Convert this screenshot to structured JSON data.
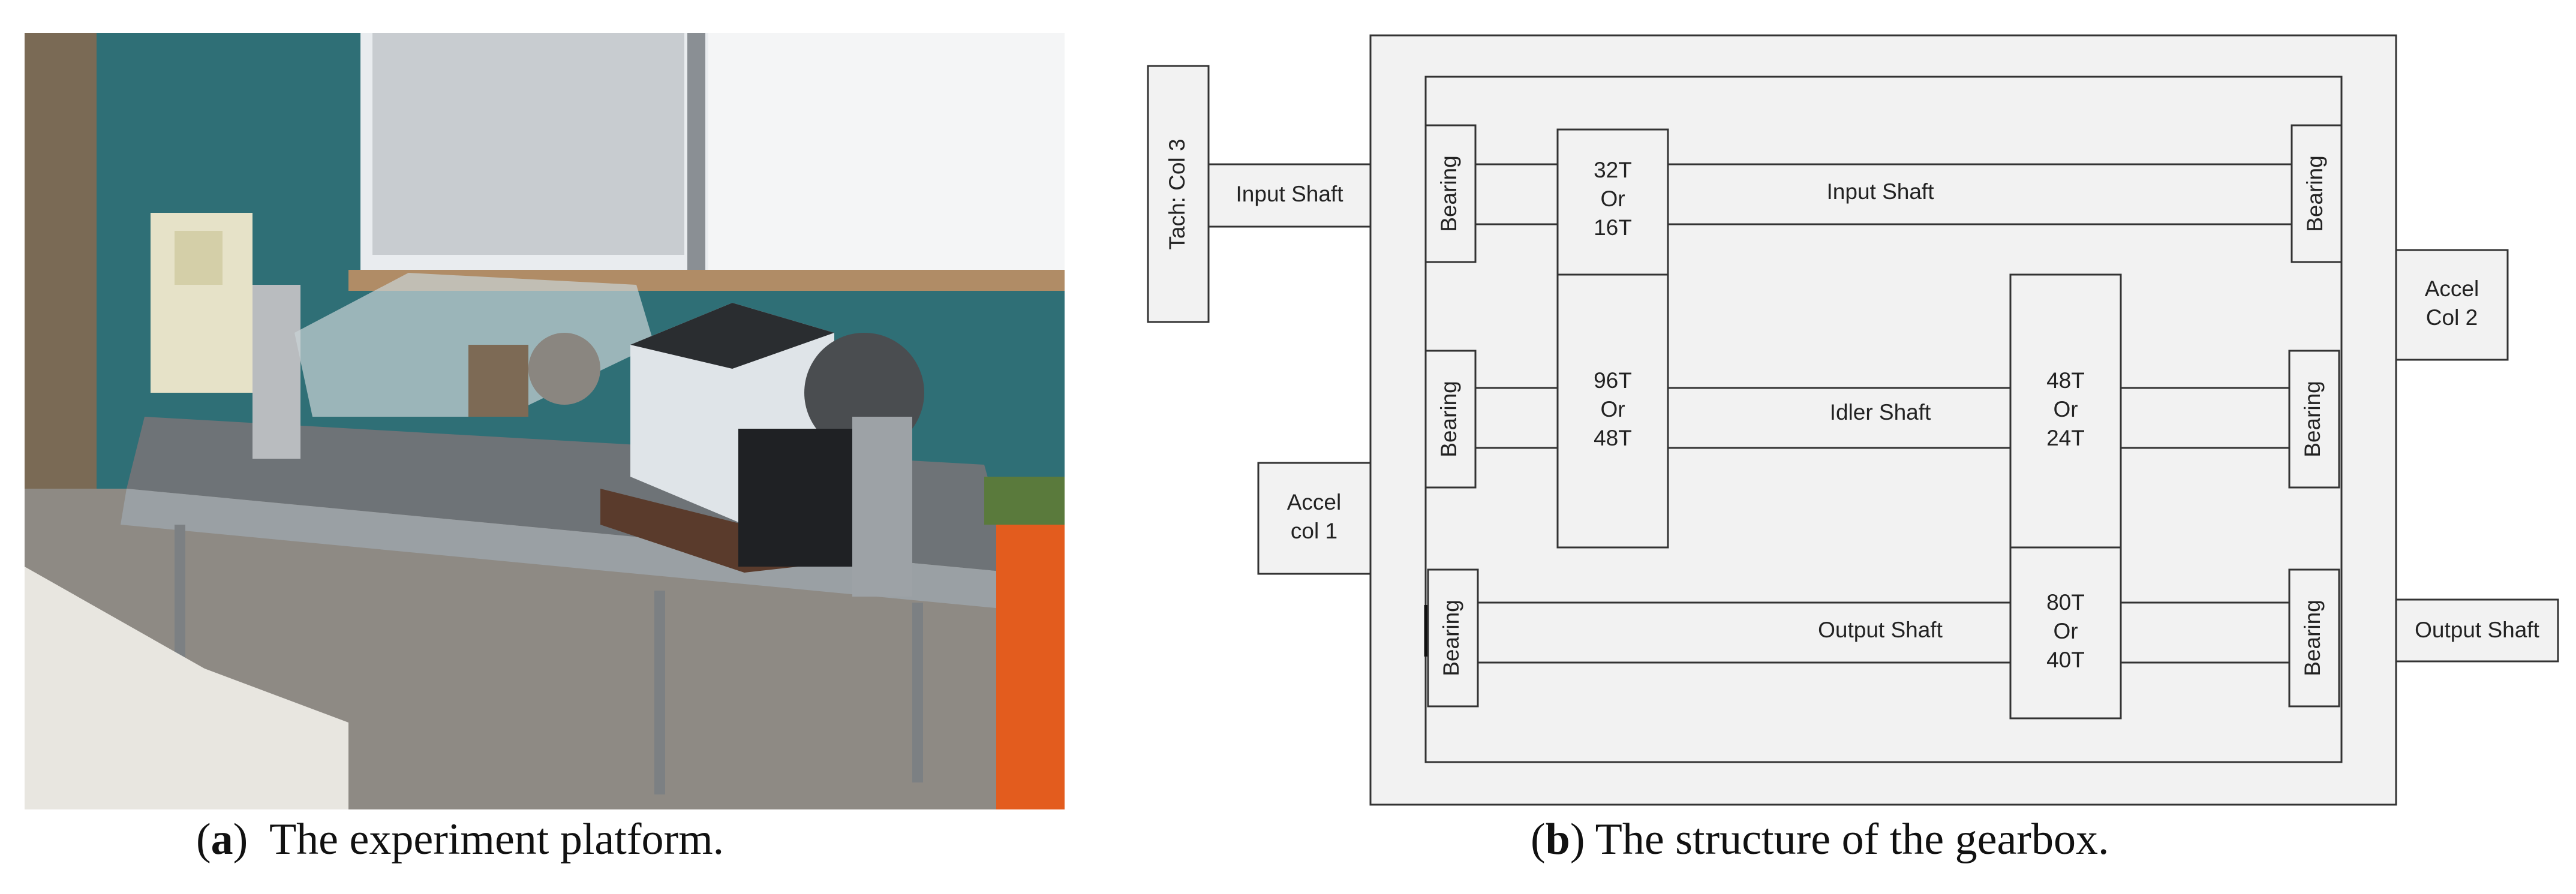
{
  "panel_a": {
    "caption_letter": "a",
    "caption_text": "The experiment platform."
  },
  "panel_b": {
    "caption_letter": "b",
    "caption_text": "The structure of the gearbox.",
    "labels": {
      "tach": "Tach: Col 3",
      "input_shaft_outer": "Input Shaft",
      "accel_col1_line1": "Accel",
      "accel_col1_line2": "col 1",
      "accel_col2_line1": "Accel",
      "accel_col2_line2": "Col 2",
      "output_shaft_outer": "Output Shaft",
      "bearing": "Bearing",
      "gear_32_l1": "32T",
      "gear_32_l2": "Or",
      "gear_32_l3": "16T",
      "gear_96_l1": "96T",
      "gear_96_l2": "Or",
      "gear_96_l3": "48T",
      "gear_48_l1": "48T",
      "gear_48_l2": "Or",
      "gear_48_l3": "24T",
      "gear_80_l1": "80T",
      "gear_80_l2": "Or",
      "gear_80_l3": "40T",
      "input_shaft": "Input Shaft",
      "idler_shaft": "Idler Shaft",
      "output_shaft": "Output Shaft"
    }
  }
}
